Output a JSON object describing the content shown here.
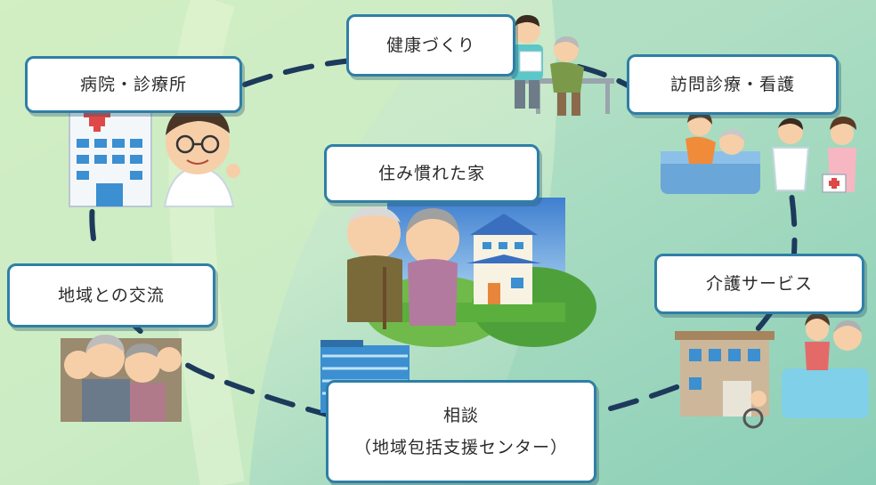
{
  "nodes": {
    "health": "健康づくり",
    "hospital": "病院・診療所",
    "home_visit": "訪問診療・看護",
    "home": "住み慣れた家",
    "community": "地域との交流",
    "care_service": "介護サービス",
    "consultation_line1": "相談",
    "consultation_line2": "（地域包括支援センター）"
  },
  "colors": {
    "background_light": "#e4f3cf",
    "background_mid": "#bfe3c9",
    "background_dark": "#8fcfb8",
    "box_border": "#2e7fa6",
    "dashed_ring": "#1d3a5c"
  },
  "icons": [
    "hospital-building-icon",
    "doctor-icon",
    "nurse-with-elderly-icon",
    "elderly-couple-house-icon",
    "home-visit-care-icon",
    "community-group-icon",
    "center-building-icon",
    "care-facility-bath-icon"
  ]
}
